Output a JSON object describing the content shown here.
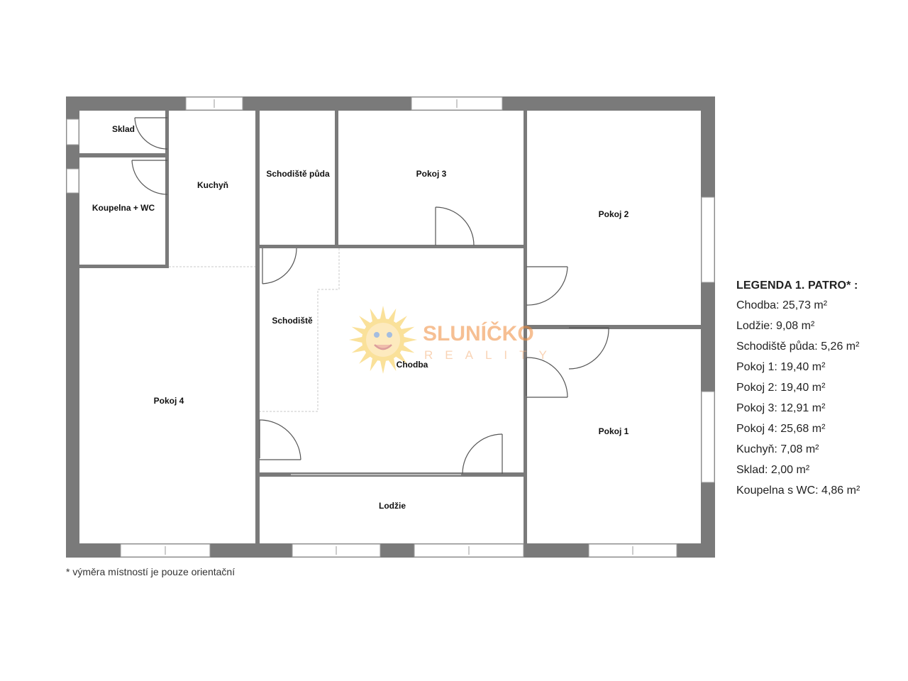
{
  "rooms": {
    "sklad": "Sklad",
    "koupelna": "Koupelna + WC",
    "kuchyn": "Kuchyň",
    "schodiste_puda": "Schodiště půda",
    "pokoj3": "Pokoj 3",
    "pokoj2": "Pokoj 2",
    "schodiste": "Schodiště",
    "chodba": "Chodba",
    "pokoj4": "Pokoj 4",
    "pokoj1": "Pokoj 1",
    "lodzie": "Lodžie"
  },
  "watermark": {
    "brand": "SLUNÍČKO",
    "sub": "REALITY"
  },
  "legend": {
    "title": "LEGENDA 1. PATRO* :",
    "items": [
      "Chodba: 25,73 m²",
      "Lodžie: 9,08 m²",
      "Schodiště půda: 5,26 m²",
      "Pokoj 1: 19,40 m²",
      "Pokoj 2: 19,40 m²",
      "Pokoj 3: 12,91 m²",
      "Pokoj 4: 25,68 m²",
      "Kuchyň: 7,08 m²",
      "Sklad: 2,00 m²",
      "Koupelna s WC: 4,86 m²"
    ]
  },
  "footnote": "* výměra místností je pouze orientační",
  "colors": {
    "wall": "#7a7a7a",
    "window": "#ffffff",
    "brand_orange": "#f08c3c",
    "sun_yellow": "#f7c948"
  }
}
